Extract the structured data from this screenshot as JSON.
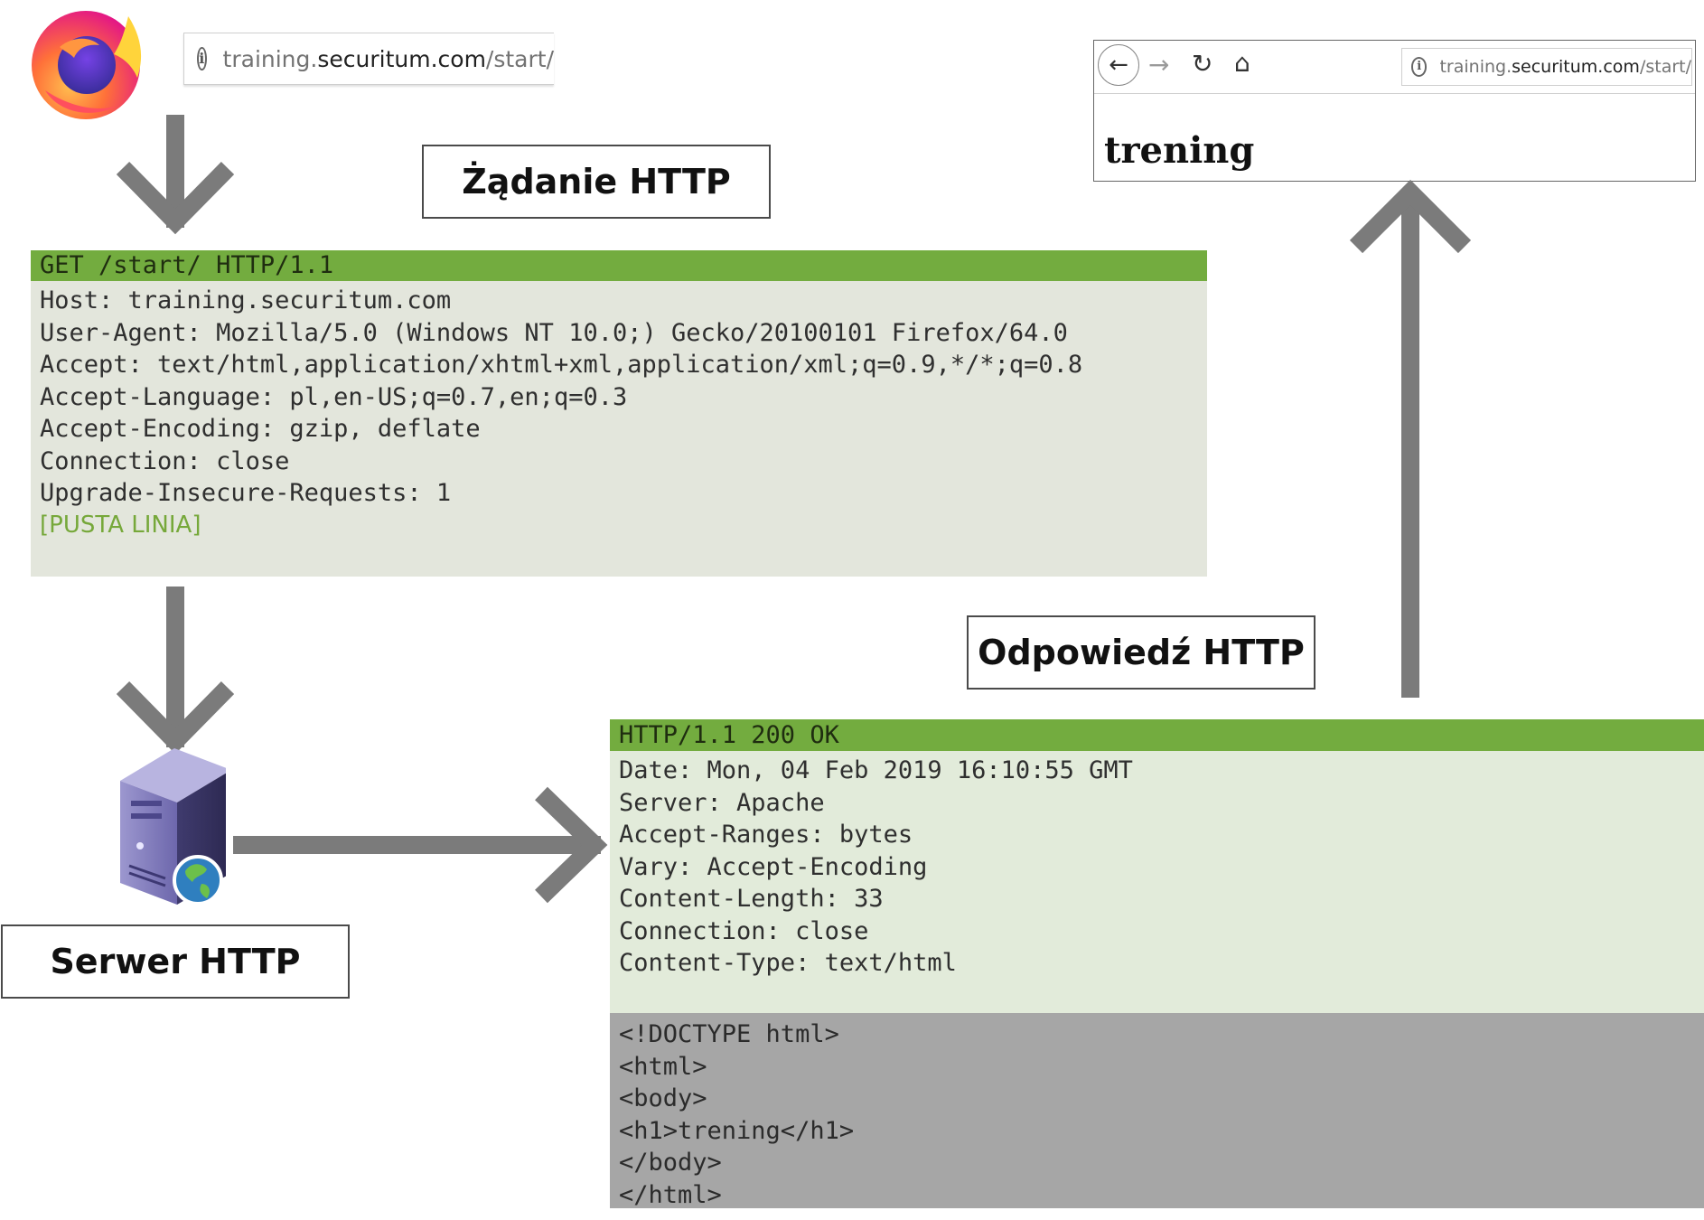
{
  "browser_top": {
    "url_prefix": "training.",
    "url_domain": "securitum.com",
    "url_path": "/start/"
  },
  "labels": {
    "request": "Żądanie HTTP",
    "response": "Odpowiedź HTTP",
    "server": "Serwer HTTP"
  },
  "request": {
    "line": "GET /start/ HTTP/1.1",
    "headers": [
      "Host: training.securitum.com",
      "User-Agent: Mozilla/5.0 (Windows NT 10.0;) Gecko/20100101 Firefox/64.0",
      "Accept: text/html,application/xhtml+xml,application/xml;q=0.9,*/*;q=0.8",
      "Accept-Language: pl,en-US;q=0.7,en;q=0.3",
      "Accept-Encoding: gzip, deflate",
      "Connection: close",
      "Upgrade-Insecure-Requests: 1"
    ],
    "blank_note": "[PUSTA LINIA]"
  },
  "response": {
    "status": "HTTP/1.1 200 OK",
    "headers": [
      "Date: Mon, 04 Feb 2019 16:10:55 GMT",
      "Server: Apache",
      "Accept-Ranges: bytes",
      "Vary: Accept-Encoding",
      "Content-Length: 33",
      "Connection: close",
      "Content-Type: text/html"
    ],
    "body": [
      "<!DOCTYPE html>",
      "<html>",
      "<body>",
      "<h1>trening</h1>",
      "</body>",
      "</html>"
    ]
  },
  "browser_result": {
    "url_prefix": "training.",
    "url_domain": "securitum.com",
    "url_path": "/start/",
    "heading": "trening"
  },
  "colors": {
    "arrow": "#7b7b7b",
    "header_green": "#73ac3f",
    "request_bg": "#e3e6dc",
    "response_bg": "#e2ebda",
    "body_bg": "#a6a6a6"
  }
}
